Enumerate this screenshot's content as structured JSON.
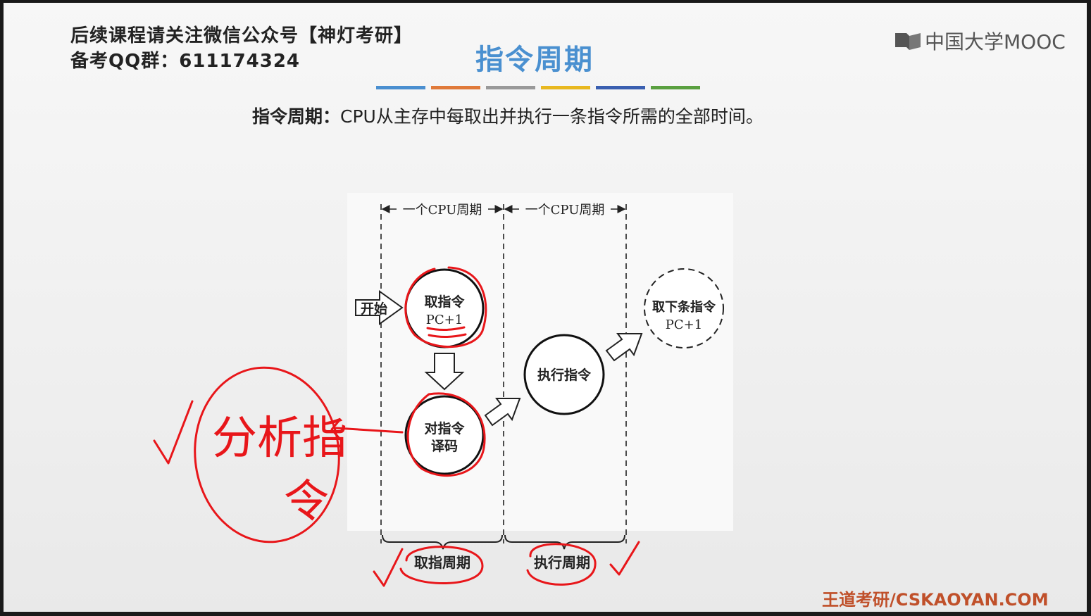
{
  "header": {
    "promo_line1": "后续课程请关注微信公众号【神灯考研】",
    "promo_line2": "备考QQ群：611174324",
    "title": "指令周期",
    "logo_text": "中国大学MOOC",
    "color_bars": [
      "#4a8fd0",
      "#e07a3a",
      "#999999",
      "#e8b820",
      "#3a5fb0",
      "#5aa040"
    ]
  },
  "definition": {
    "term": "指令周期：",
    "text": "CPU从主存中每取出并执行一条指令所需的全部时间。"
  },
  "diagram": {
    "cpu_cycle_label_1": "一个CPU周期",
    "cpu_cycle_label_2": "一个CPU周期",
    "start_label": "开始",
    "fetch_line1": "取指令",
    "fetch_line2": "PC+1",
    "decode_line1": "对指令",
    "decode_line2": "译码",
    "execute_label": "执行指令",
    "next_line1": "取下条指令",
    "next_line2": "PC+1",
    "fetch_period_label": "取指周期",
    "execute_period_label": "执行周期"
  },
  "annotations": {
    "handwritten_note": "分析指令",
    "annotation_color": "#e8161a"
  },
  "footer": {
    "watermark": "王道考研/CSKAOYAN.COM"
  }
}
